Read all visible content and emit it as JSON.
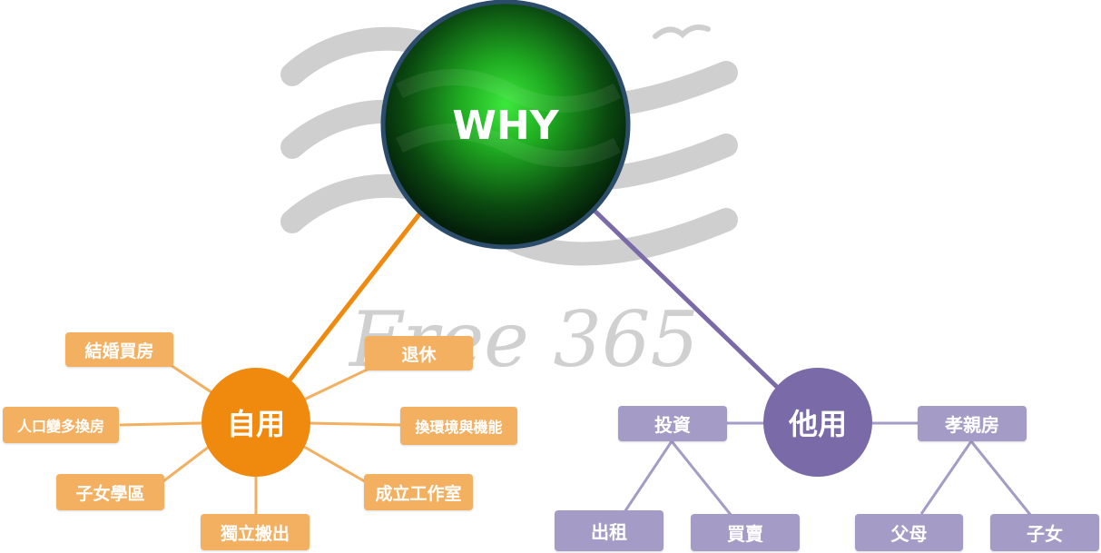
{
  "center": {
    "label": "WHY"
  },
  "left": {
    "label": "自用",
    "items": [
      "結婚買房",
      "退休",
      "人口變多換房",
      "換環境與機能",
      "子女學區",
      "成立工作室",
      "獨立搬出"
    ]
  },
  "right": {
    "label": "他用",
    "groups": [
      {
        "label": "投資",
        "children": [
          "出租",
          "買賣"
        ]
      },
      {
        "label": "孝親房",
        "children": [
          "父母",
          "子女"
        ]
      }
    ]
  },
  "watermark": {
    "text": "Free 365"
  },
  "colors": {
    "orange": "#ef8a0e",
    "orange_light": "#f2b060",
    "purple": "#7a6aa8",
    "purple_light": "#a49cc6",
    "green": "#22c22a",
    "ring": "#2c4c6c"
  }
}
